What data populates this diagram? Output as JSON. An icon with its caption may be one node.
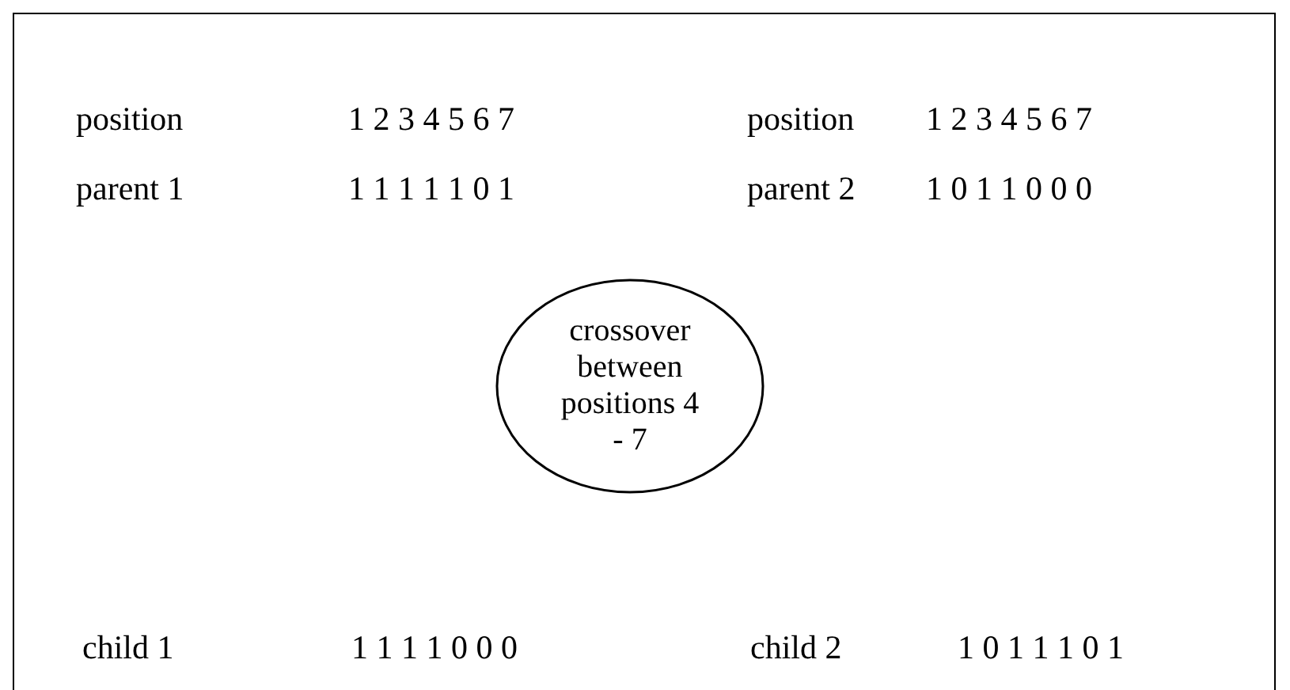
{
  "diagram": {
    "nodes": [
      {
        "text": [
          "crossover between positions 4 - 7"
        ]
      }
    ],
    "labels": [
      "position",
      "1 2 3 4 5 6 7",
      "position",
      "1 2 3 4 5 6 7",
      "parent 1",
      "1 1 1 1 1 0 1",
      "parent 2",
      "1 0 1 1 0 0 0",
      "child 1",
      "1 1 1 1 0 0 0",
      "child 2",
      "1 0 1 1 1 0 1"
    ]
  }
}
